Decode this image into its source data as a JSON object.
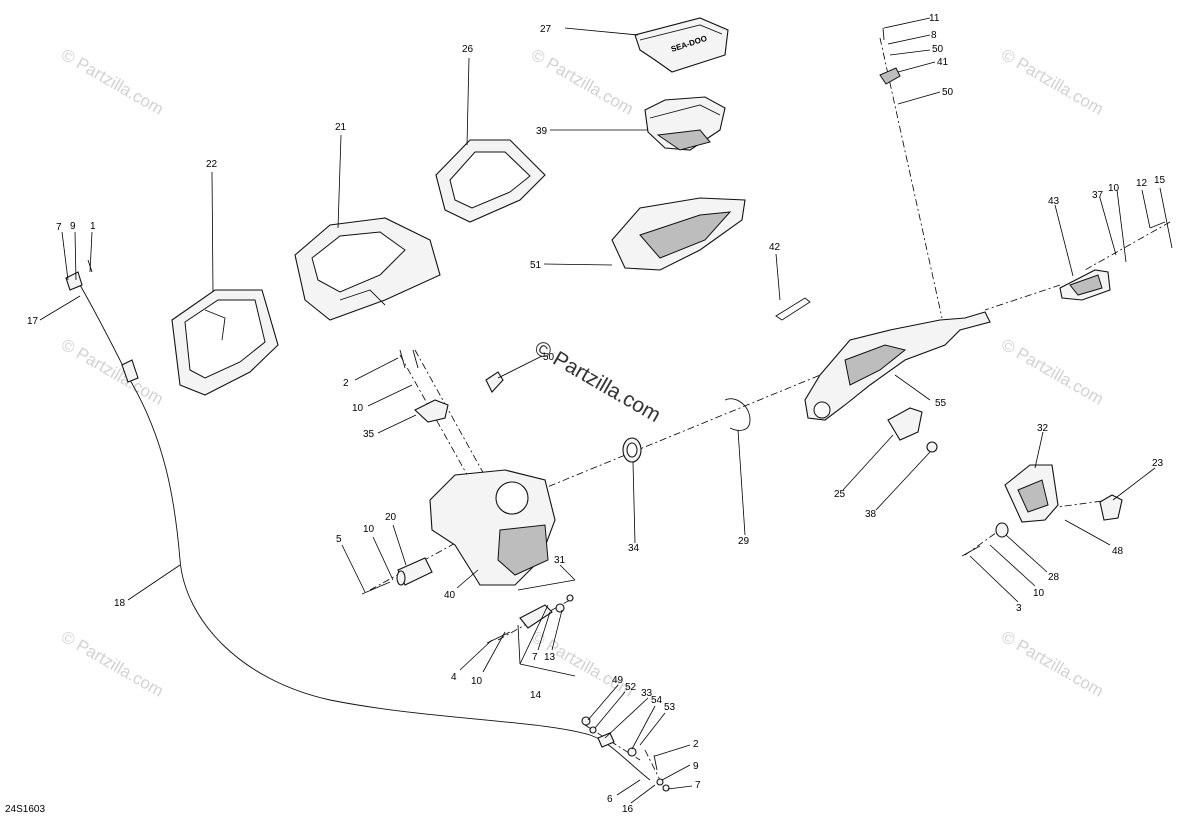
{
  "diagram_code": "24S1603",
  "watermark": {
    "text": "© Partzilla.com",
    "center_text": "© Partzilla.com"
  },
  "callouts": {
    "c1": "1",
    "c2a": "2",
    "c2b": "2",
    "c3": "3",
    "c4": "4",
    "c5": "5",
    "c6": "6",
    "c7a": "7",
    "c7b": "7",
    "c7c": "7",
    "c8": "8",
    "c9a": "9",
    "c9b": "9",
    "c10a": "10",
    "c10b": "10",
    "c10c": "10",
    "c10d": "10",
    "c10e": "10",
    "c11": "11",
    "c12": "12",
    "c13": "13",
    "c14": "14",
    "c15": "15",
    "c16": "16",
    "c17": "17",
    "c18": "18",
    "c20": "20",
    "c21": "21",
    "c22": "22",
    "c23": "23",
    "c25": "25",
    "c26": "26",
    "c27": "27",
    "c28": "28",
    "c29": "29",
    "c31": "31",
    "c32": "32",
    "c33": "33",
    "c34": "34",
    "c35": "35",
    "c37": "37",
    "c38": "38",
    "c39": "39",
    "c40": "40",
    "c41": "41",
    "c42": "42",
    "c43": "43",
    "c48": "48",
    "c49": "49",
    "c50a": "50",
    "c50b": "50",
    "c50c": "50",
    "c51": "51",
    "c52": "52",
    "c53": "53",
    "c54": "54",
    "c55": "55"
  },
  "brand_mark": "SEA-DOO"
}
